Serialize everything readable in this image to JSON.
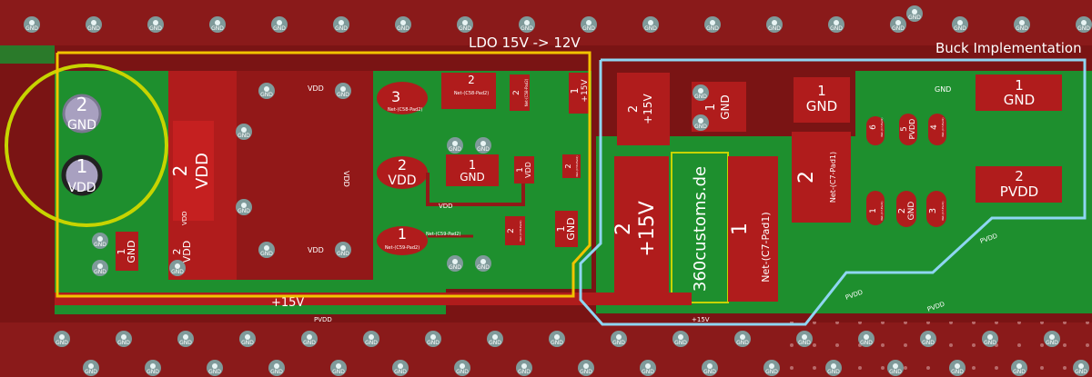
{
  "zones": {
    "ldo_label": "LDO 15V -> 12V",
    "buck_label": "Buck Implementation"
  },
  "silk": {
    "brand": "360customs.de"
  },
  "colors": {
    "board": "#7a1414",
    "copper_green": "#1e8f2e",
    "pad_red": "#b01c1c",
    "ldo_outline": "#f2c400",
    "buck_outline": "#8fd6f2",
    "via": "#7f9a9a"
  },
  "via_label": "GND",
  "labels": {
    "cap_large_pad2_num": "2",
    "cap_large_pad2_net": "GND",
    "cap_large_pad1_num": "1",
    "cap_large_pad1_net": "VDD",
    "ldo_tab_num": "2",
    "ldo_tab_net": "VDD",
    "ldo_vdd1": "VDD",
    "ldo_vdd2": "VDD",
    "ldo_vdd3": "VDD",
    "ldo_vdd4": "VDD",
    "ldo_vdd5": "VDD",
    "ldo_vdd_rot": "VDD",
    "c_small_gnd_num": "1",
    "c_small_gnd_net": "GND",
    "c_small_vdd_num": "2",
    "c_small_vdd_net": "VDD",
    "q3_num": "3",
    "q3_net": "Net-(C58-Pad2)",
    "q2_num": "2",
    "q2_net": "VDD",
    "q1_num": "1",
    "q1_net": "Net-(C59-Pad2)",
    "r_top_num": "2",
    "r_top_net": "Net-(C58-Pad2)",
    "r_v2_num": "2",
    "r_v2_net": "Net-(C58-Pad2)",
    "r_v3_num": "1",
    "r_v3_net": "+15V",
    "c_mid_num": "1",
    "c_mid_net": "GND",
    "r_mid_num": "1",
    "r_mid_net": "VDD",
    "r_mid2_num": "2",
    "r_mid2_net": "Net-(C59-Pad2)",
    "c59_net": "Net-(C59-Pad2)",
    "r_bot_num": "2",
    "r_bot_net": "Net-(C58-Pad2)",
    "r_bot2_num": "1",
    "r_bot2_net": "GND",
    "vdd_trace": "VDD",
    "c15_top_num": "2",
    "c15_top_net": "+15V",
    "c15_gnd_num": "1",
    "c15_gnd_net": "GND",
    "elco_num": "2",
    "elco_net": "+15V",
    "ind_num": "1",
    "ind_net": "Net-(C7-Pad1)",
    "buck_gnd_num": "1",
    "buck_gnd_net": "GND",
    "buck_big_num": "2",
    "buck_big_net": "Net-(C7-Pad1)",
    "gnd_trace": "GND",
    "ic_p6": "6",
    "ic_p6_net": "Net-(C7-Pad1)",
    "ic_p5": "5",
    "ic_p5_net": "PVDD",
    "ic_p4": "4",
    "ic_p4_net": "Net-(C7-Pad1)",
    "ic_p1": "1",
    "ic_p1_net": "Net-(C7-Pad1)",
    "ic_p2": "2",
    "ic_p2_net": "GND",
    "ic_p3": "3",
    "ic_p3_net": "Net-(C7-Pad1)",
    "out_gnd_num": "1",
    "out_gnd_net": "GND",
    "out_pvdd_num": "2",
    "out_pvdd_net": "PVDD",
    "p15_trace": "+15V",
    "pvdd_trace": "PVDD",
    "p15_small": "+15V",
    "pvdd_r1": "PVDD",
    "pvdd_r2": "PVDD",
    "pvdd_r3": "PVDD"
  }
}
